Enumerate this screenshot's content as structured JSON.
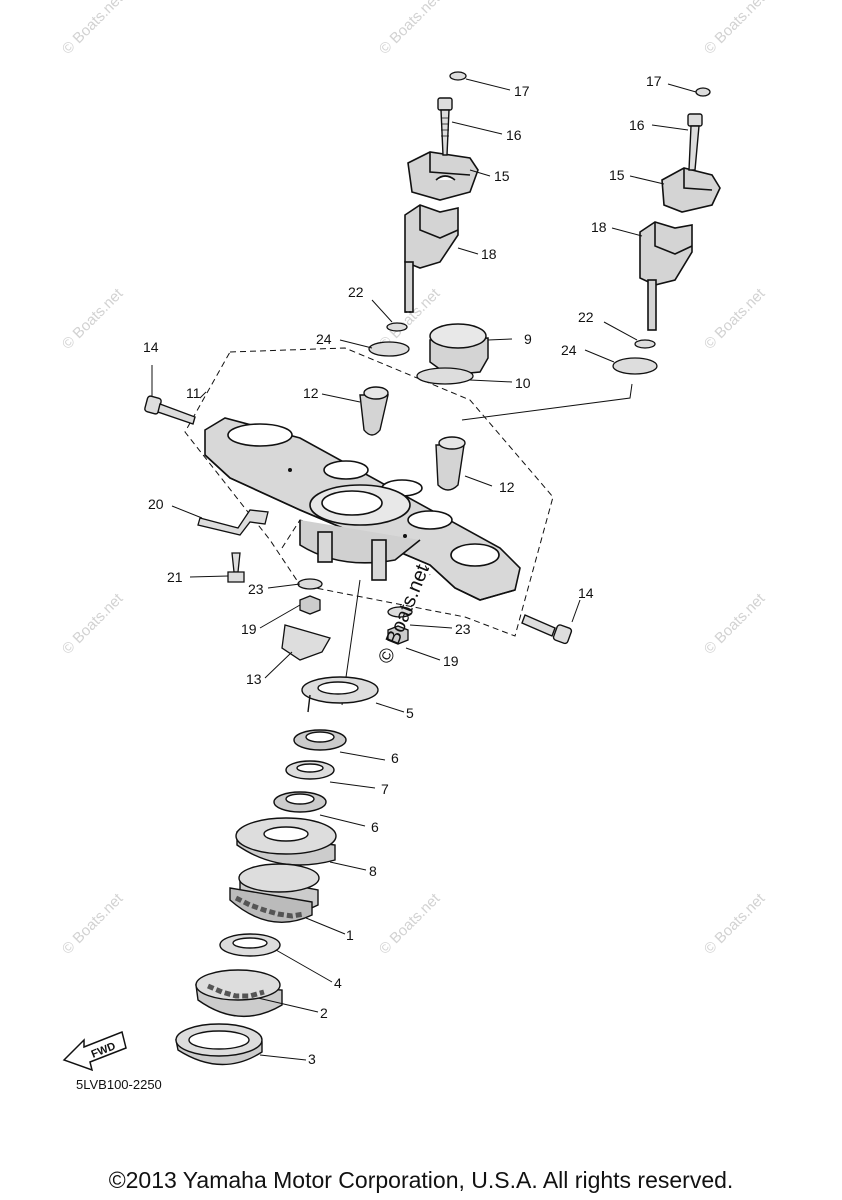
{
  "watermark": "© Boats.net",
  "diagram_code": "5LVB100-2250",
  "fwd_label": "FWD",
  "copyright": "©2013 Yamaha Motor Corporation, U.S.A. All rights reserved.",
  "callouts": [
    "1",
    "2",
    "3",
    "4",
    "5",
    "6",
    "6",
    "7",
    "8",
    "9",
    "10",
    "11",
    "12",
    "12",
    "13",
    "14",
    "14",
    "15",
    "15",
    "16",
    "16",
    "17",
    "17",
    "18",
    "18",
    "19",
    "19",
    "20",
    "21",
    "22",
    "22",
    "23",
    "23",
    "24",
    "24"
  ]
}
